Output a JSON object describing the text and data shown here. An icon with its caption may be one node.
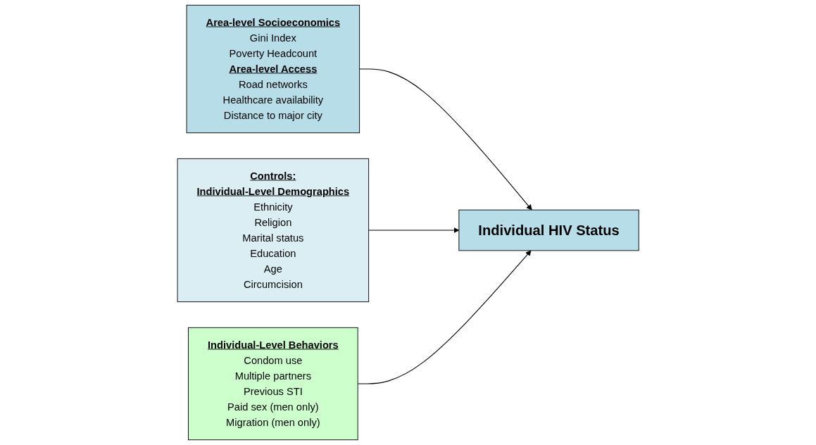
{
  "diagram": {
    "nodes": [
      {
        "text": [
          "Area-level Socioeconomics",
          "Gini Index",
          "Poverty Headcount",
          "Area-level Access",
          "Road networks",
          "Healthcare availability",
          "Distance to major city"
        ]
      },
      {
        "text": [
          "Controls:",
          "Individual-Level Demographics",
          "Ethnicity",
          "Religion",
          "Marital status",
          "Education",
          "Age",
          "Circumcision"
        ]
      },
      {
        "text": [
          "Individual HIV Status"
        ]
      },
      {
        "text": [
          "Individual-Level Behaviors",
          "Condom use",
          "Multiple partners",
          "Previous STI",
          "Paid sex (men only)",
          "Migration (men only)"
        ]
      }
    ],
    "edges": [
      {
        "from": 0,
        "to": 2,
        "arrow": "to"
      },
      {
        "from": 1,
        "to": 2,
        "arrow": "to"
      },
      {
        "from": 3,
        "to": 2,
        "arrow": "to"
      }
    ]
  }
}
